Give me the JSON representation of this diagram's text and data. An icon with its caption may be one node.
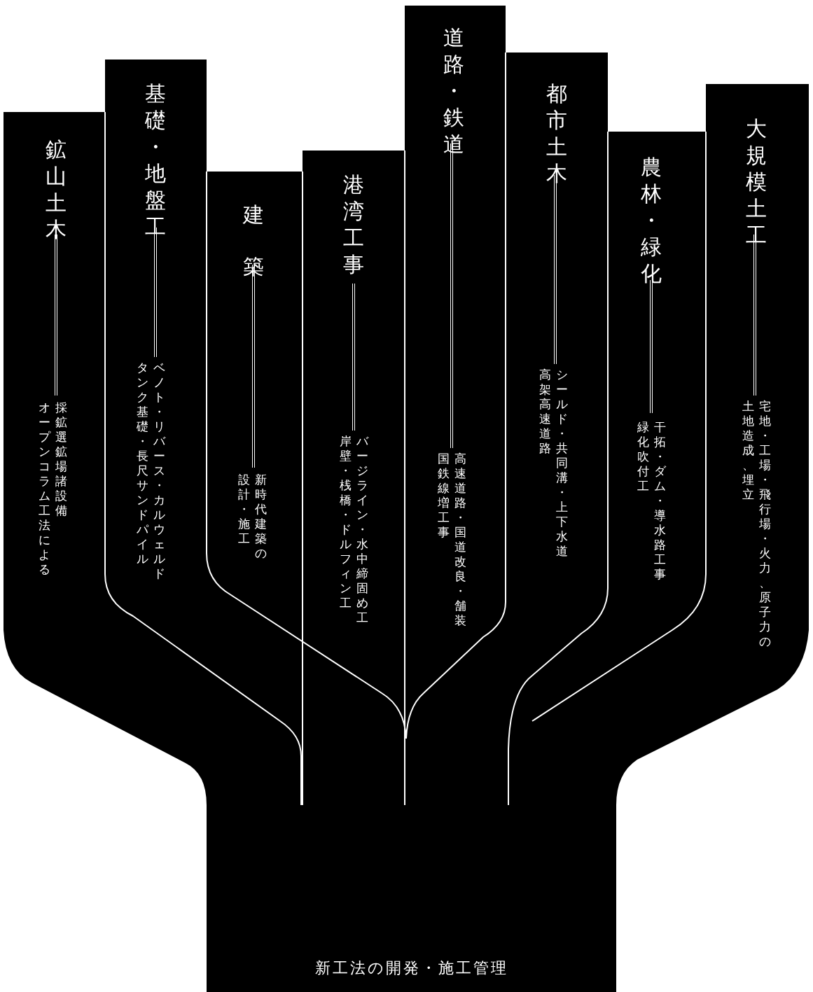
{
  "diagram": {
    "nodes": [
      {
        "text": [
          "鉱山土木",
          "オープンコラム工法による採鉱選鉱場諸設備"
        ]
      },
      {
        "text": [
          "基礎・地盤工",
          "ベノト・リバース・カルウェルドタンク基礎・長尺サンドパイル"
        ]
      },
      {
        "text": [
          "建築",
          "新時代建築の設計・施工"
        ]
      },
      {
        "text": [
          "港湾工事",
          "バージライン・水中締固め工岸壁・桟橋・ドルフィン工"
        ]
      },
      {
        "text": [
          "道路・鉄道",
          "高速道路・国道改良・舗装国鉄線増工事"
        ]
      },
      {
        "text": [
          "都市土木",
          "シールド・共同溝・上下水道高架高速道路"
        ]
      },
      {
        "text": [
          "農林・緑化",
          "干拓・ダム・導水路工事緑化吹付工"
        ]
      },
      {
        "text": [
          "大規模土工",
          "宅地・工場・飛行場・火力、原子力の土地造成、埋立"
        ]
      },
      {
        "text": [
          "新工法の開発・施工管理"
        ]
      }
    ]
  }
}
